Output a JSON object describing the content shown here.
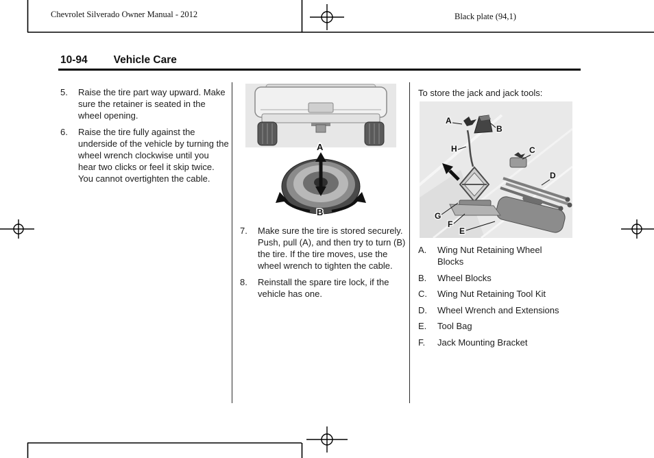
{
  "plate": {
    "left": "Chevrolet Silverado Owner Manual - 2012",
    "right": "Black plate (94,1)"
  },
  "header": {
    "number": "10-94",
    "title": "Vehicle Care"
  },
  "steps_left": [
    {
      "num": "5.",
      "text": "Raise the tire part way upward. Make sure the retainer is seated in the wheel opening."
    },
    {
      "num": "6.",
      "text": "Raise the tire fully against the underside of the vehicle by turning the wheel wrench clockwise until you hear two clicks or feel it skip twice. You cannot overtighten the cable."
    }
  ],
  "steps_mid": [
    {
      "num": "7.",
      "text": "Make sure the tire is stored securely. Push, pull (A), and then try to turn (B) the tire. If the tire moves, use the wheel wrench to tighten the cable."
    },
    {
      "num": "8.",
      "text": "Reinstall the spare tire lock, if the vehicle has one."
    }
  ],
  "right": {
    "intro": "To store the jack and jack tools:",
    "items": [
      {
        "letter": "A.",
        "text": "Wing Nut Retaining Wheel Blocks"
      },
      {
        "letter": "B.",
        "text": "Wheel Blocks"
      },
      {
        "letter": "C.",
        "text": "Wing Nut Retaining Tool Kit"
      },
      {
        "letter": "D.",
        "text": "Wheel Wrench and Extensions"
      },
      {
        "letter": "E.",
        "text": "Tool Bag"
      },
      {
        "letter": "F.",
        "text": "Jack Mounting Bracket"
      }
    ]
  },
  "fig_tire": {
    "label_a": "A",
    "label_b": "B"
  },
  "fig_tools": {
    "a": "A",
    "b": "B",
    "c": "C",
    "d": "D",
    "e": "E",
    "f": "F",
    "g": "G",
    "h": "H"
  }
}
